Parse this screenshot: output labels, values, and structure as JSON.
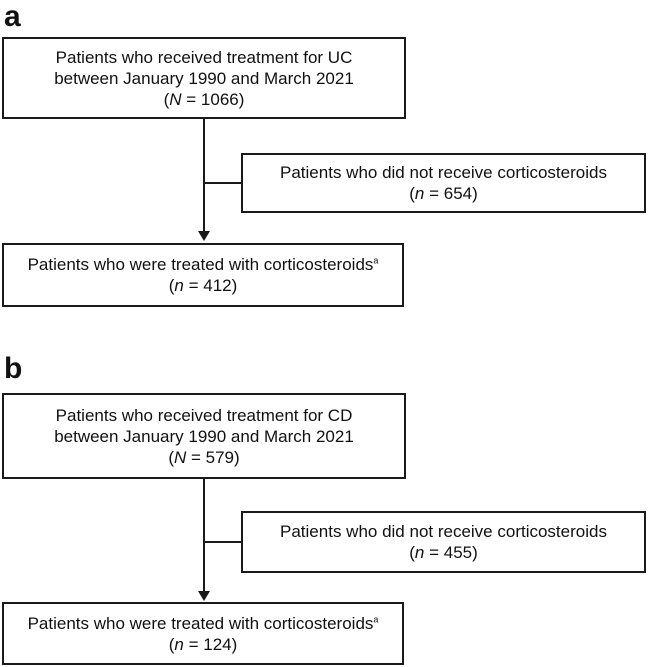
{
  "panels": [
    {
      "label": "a",
      "top_box": {
        "line1": "Patients who received treatment for UC",
        "line2": "between January 1990 and March 2021",
        "count_var": "N",
        "count_rest": " = 1066)"
      },
      "side_box": {
        "line1": "Patients who did not receive corticosteroids",
        "count_var": "n",
        "count_rest": " = 654)"
      },
      "bottom_box": {
        "line1": "Patients who were treated with corticosteroids",
        "superscript": "a",
        "count_var": "n",
        "count_rest": " = 412)"
      }
    },
    {
      "label": "b",
      "top_box": {
        "line1": "Patients who received treatment for CD",
        "line2": "between January 1990 and March 2021",
        "count_var": "N",
        "count_rest": " = 579)"
      },
      "side_box": {
        "line1": "Patients who did not receive corticosteroids",
        "count_var": "n",
        "count_rest": " = 455)"
      },
      "bottom_box": {
        "line1": "Patients who were treated with corticosteroids",
        "superscript": "a",
        "count_var": "n",
        "count_rest": " = 124)"
      }
    }
  ],
  "open_paren": "("
}
